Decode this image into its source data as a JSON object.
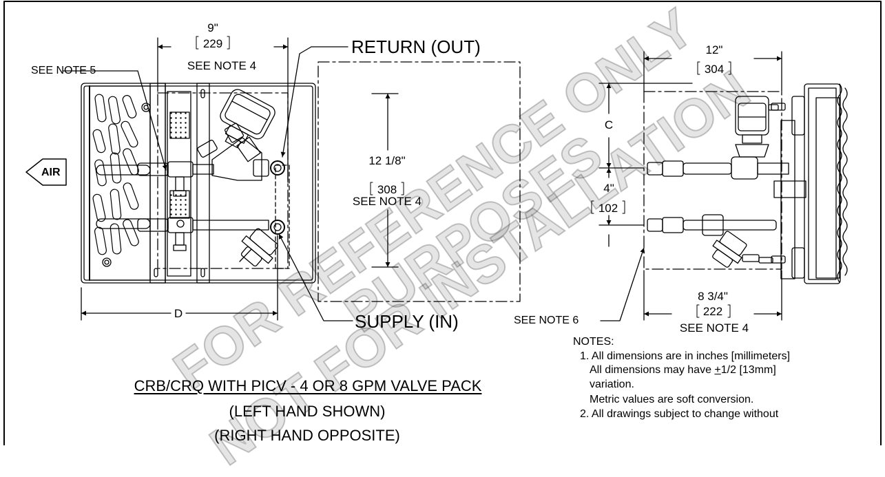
{
  "watermark": {
    "line1": "FOR REFERENCE ONLY",
    "line2": "NOT FOR INSTALLATION",
    "line3": "PURPOSES"
  },
  "front_view": {
    "air_label": "AIR",
    "see_note_5": "SEE NOTE 5",
    "return_label": "RETURN (OUT)",
    "supply_label": "SUPPLY (IN)",
    "dim_width": {
      "inches": "9\"",
      "mm": "229",
      "note": "SEE NOTE 4"
    },
    "dim_height": {
      "inches": "12 1/8\"",
      "mm": "308",
      "note": "SEE NOTE 4"
    },
    "dim_depth": "D"
  },
  "side_view": {
    "dim_top": {
      "inches": "12\"",
      "mm": "304"
    },
    "dim_c": "C",
    "dim_spacing": {
      "inches": "4\"",
      "mm": "102"
    },
    "dim_bottom": {
      "inches": "8 3/4\"",
      "mm": "222",
      "note": "SEE NOTE 4"
    },
    "see_note_6": "SEE NOTE 6"
  },
  "caption": {
    "title": "CRB/CRQ WITH PICV - 4 OR 8 GPM VALVE PACK",
    "line2": "(LEFT HAND SHOWN)",
    "line3": "(RIGHT HAND OPPOSITE)"
  },
  "notes": {
    "heading": "NOTES:",
    "n1_a": "1. All dimensions are in inches [millimeters]",
    "n1_b_pre": "All dimensions may have ",
    "n1_b_pm": "+",
    "n1_b_post": "1/2 [13mm]",
    "n1_c": "variation.",
    "n1_d": "Metric values are soft conversion.",
    "n2": "2. All drawings subject to change without"
  }
}
